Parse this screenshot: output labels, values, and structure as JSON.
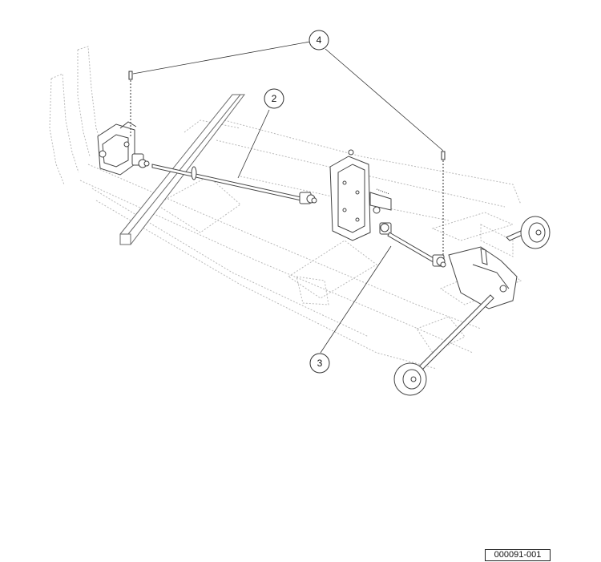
{
  "callouts": [
    {
      "label": "4"
    },
    {
      "label": "2"
    },
    {
      "label": "3"
    }
  ],
  "figure_id": "000091-001"
}
